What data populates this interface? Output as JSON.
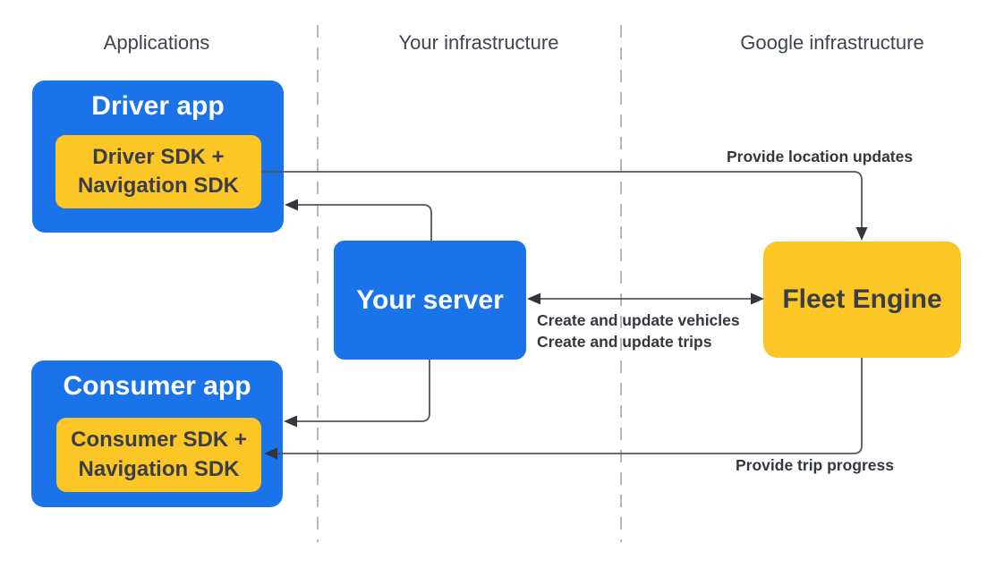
{
  "columns": [
    {
      "label": "Applications"
    },
    {
      "label": "Your infrastructure"
    },
    {
      "label": "Google infrastructure"
    }
  ],
  "nodes": {
    "driver_app": {
      "label": "Driver app"
    },
    "driver_sdk": {
      "line1": "Driver SDK +",
      "line2": "Navigation SDK"
    },
    "your_server": {
      "label": "Your server"
    },
    "fleet_engine": {
      "label": "Fleet Engine"
    },
    "consumer_app": {
      "label": "Consumer app"
    },
    "consumer_sdk": {
      "line1": "Consumer SDK +",
      "line2": "Navigation SDK"
    }
  },
  "edges": {
    "provide_location_updates": {
      "label": "Provide location updates"
    },
    "create_and_update": {
      "line1": "Create and update vehicles",
      "line2": "Create and update trips"
    },
    "provide_trip_progress": {
      "label": "Provide trip progress"
    }
  },
  "colors": {
    "primary_blue": "#1a73e8",
    "accent_yellow": "#fbc626",
    "dark_text": "#3a3f47",
    "header_text": "#3e4450",
    "connector_gray": "#53565c",
    "arrowhead": "#33363c",
    "divider_gray": "#a2a6ab"
  }
}
